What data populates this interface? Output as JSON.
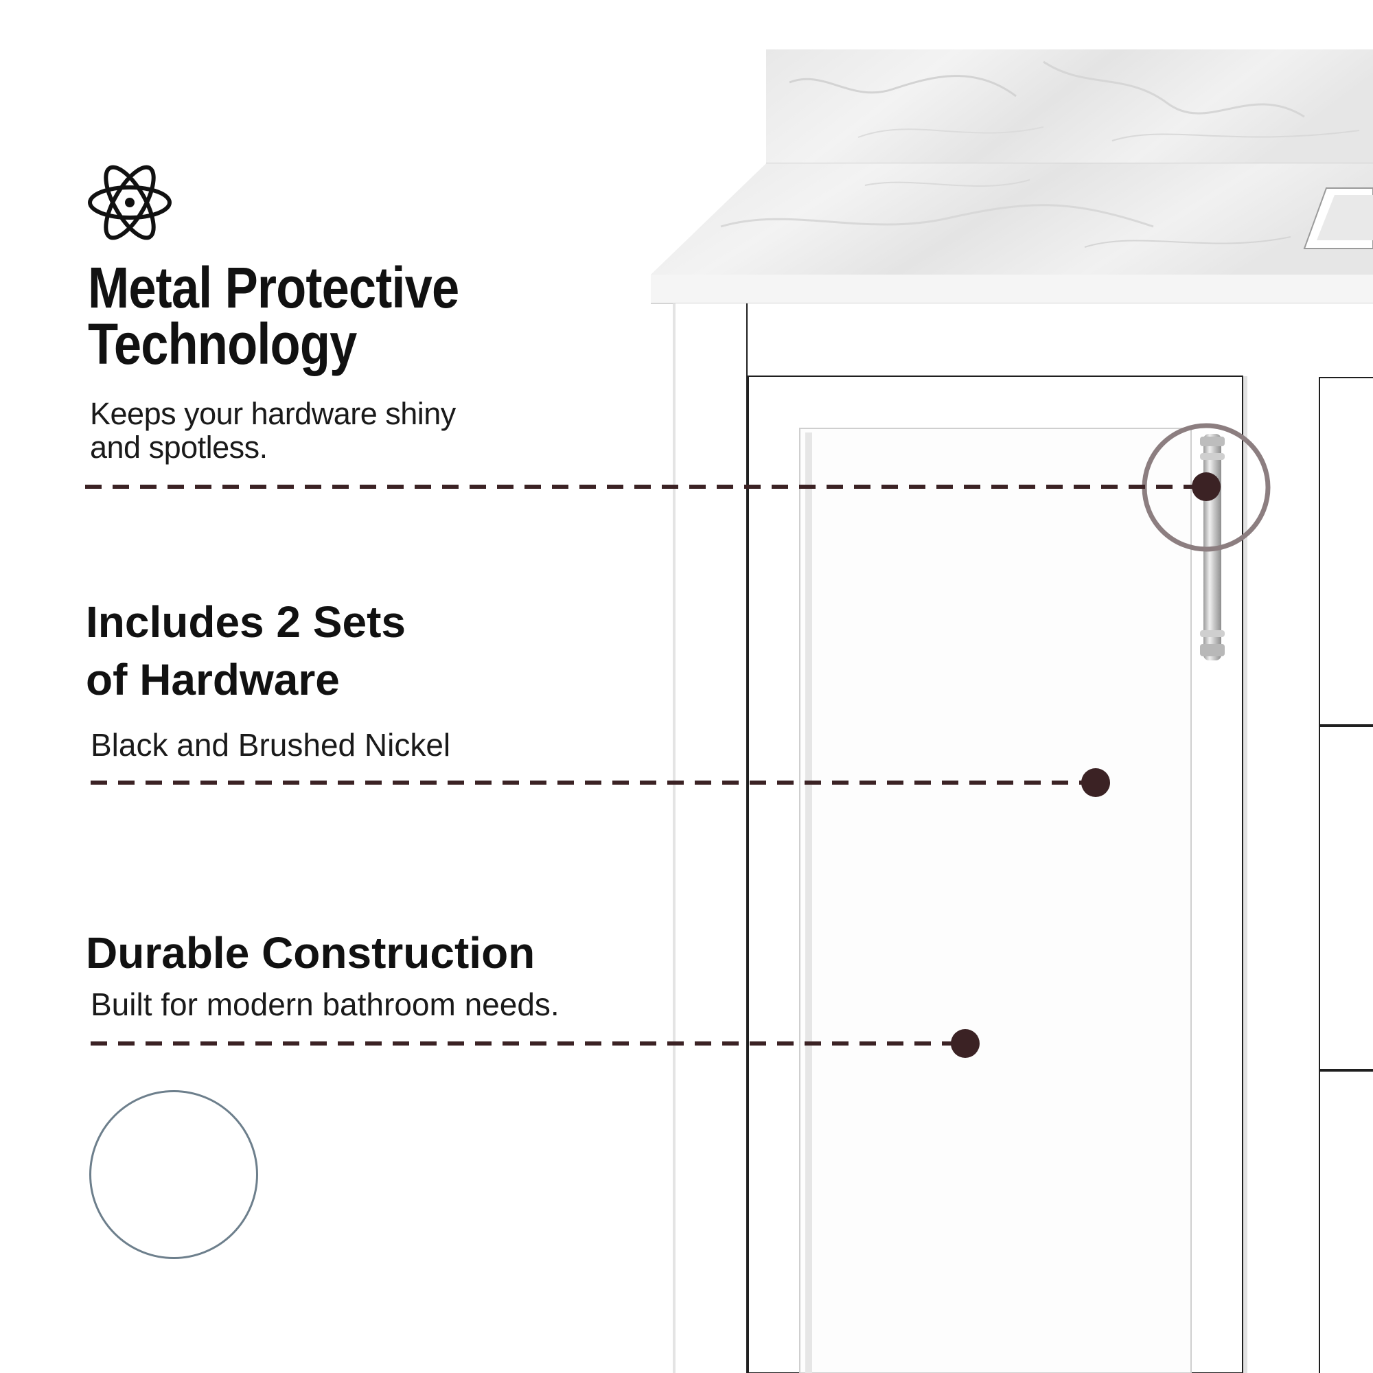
{
  "features": [
    {
      "title_line1": "Metal Protective",
      "title_line2": "Technology",
      "desc_line1": "Keeps your hardware shiny",
      "desc_line2": "and spotless."
    },
    {
      "title_line1": "Includes 2 Sets",
      "title_line2": "of Hardware",
      "desc": "Black and Brushed Nickel"
    },
    {
      "title": "Durable Construction",
      "desc": "Built for modern bathroom needs."
    }
  ],
  "icons": {
    "feature_1": "atom-icon",
    "color_swatch": "white-finish-swatch"
  },
  "colors": {
    "callout": "#3b2224",
    "highlight_ring": "#8c7e80",
    "swatch_border": "#6d7f8c",
    "cabinet": "#ffffff",
    "text": "#111111"
  }
}
